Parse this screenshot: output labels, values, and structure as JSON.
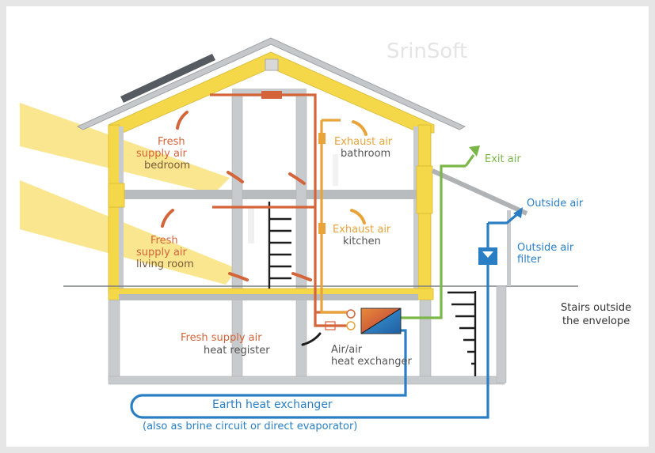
{
  "watermark": "SrinSoft",
  "labels": {
    "fresh_bedroom": [
      "Fresh",
      "supply air",
      "bedroom"
    ],
    "fresh_living": [
      "Fresh",
      "supply air",
      "living room"
    ],
    "exhaust_bathroom": [
      "Exhaust air",
      "bathroom"
    ],
    "exhaust_kitchen": [
      "Exhaust air",
      "kitchen"
    ],
    "exit_air": "Exit air",
    "outside_air": "Outside air",
    "outside_air_filter": [
      "Outside air",
      "filter"
    ],
    "stairs": [
      "Stairs outside",
      "the envelope"
    ],
    "heat_register": [
      "Fresh supply air",
      "heat register"
    ],
    "heat_exchanger": [
      "Air/air",
      "heat exchanger"
    ],
    "earth_exchanger": "Earth heat exchanger",
    "earth_note": "(also as brine circuit or direct evaporator)"
  },
  "colors": {
    "supply": "#d4643a",
    "exhaust": "#e8a33a",
    "exit": "#7ab648",
    "outside": "#2a7fc4",
    "insulation": "#f5d84a",
    "structure": "#b9bcbe",
    "sun": "#f8e27a"
  }
}
